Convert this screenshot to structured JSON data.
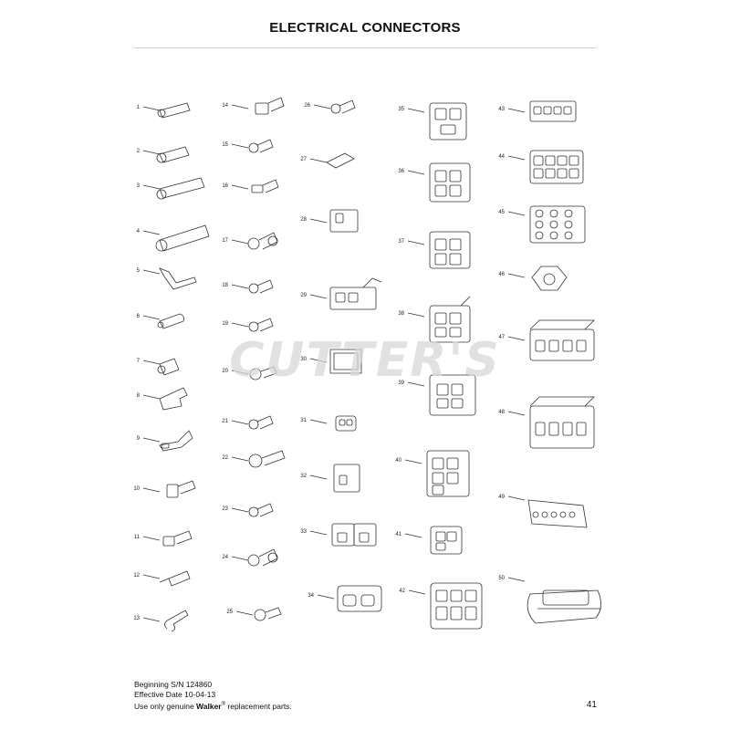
{
  "page": {
    "title": "ELECTRICAL CONNECTORS",
    "watermark": "CUTTER'S",
    "page_number": "41"
  },
  "footer": {
    "line1": "Beginning S/N 124860",
    "line2": "Effective Date 10-04-13",
    "line3_prefix": "Use only genuine ",
    "line3_brand": "Walker",
    "line3_reg": "®",
    "line3_suffix": " replacement parts."
  },
  "callouts": [
    "1",
    "2",
    "3",
    "4",
    "5",
    "6",
    "7",
    "8",
    "9",
    "10",
    "11",
    "12",
    "13",
    "14",
    "15",
    "16",
    "17",
    "18",
    "19",
    "20",
    "21",
    "22",
    "23",
    "24",
    "25",
    "26",
    "27",
    "28",
    "29",
    "30",
    "31",
    "32",
    "33",
    "34",
    "35",
    "36",
    "37",
    "38",
    "39",
    "40",
    "41",
    "42",
    "43",
    "44",
    "45",
    "46",
    "47",
    "48",
    "49",
    "50"
  ],
  "colors": {
    "line_art": "#333333",
    "rule": "#cfcfcf",
    "watermark": "#d7d7d7"
  }
}
